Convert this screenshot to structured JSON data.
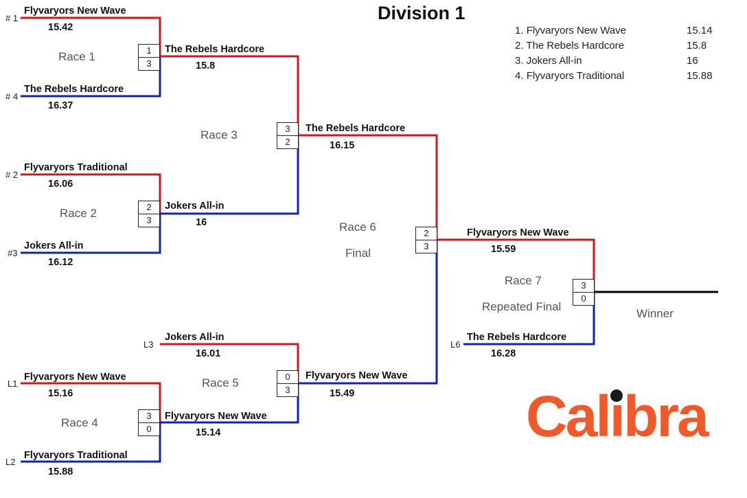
{
  "title": "Division 1",
  "standings": [
    {
      "rank": "1.",
      "team": "Flyvaryors New Wave",
      "time": "15.14"
    },
    {
      "rank": "2.",
      "team": "The Rebels Hardcore",
      "time": "15.8"
    },
    {
      "rank": "3.",
      "team": "Jokers All-in",
      "time": "16"
    },
    {
      "rank": "4.",
      "team": "Flyvaryors Traditional",
      "time": "15.88"
    }
  ],
  "colors": {
    "top": "#d0161b",
    "bottom": "#1020b8",
    "winner": "#000000",
    "logo": "#f05a2a"
  },
  "entries": {
    "r1_top": {
      "seed": "# 1",
      "name": "Flyvaryors New Wave",
      "time": "15.42"
    },
    "r1_bot": {
      "seed": "# 4",
      "name": "The Rebels Hardcore",
      "time": "16.37"
    },
    "r2_top": {
      "seed": "# 2",
      "name": "Flyvaryors Traditional",
      "time": "16.06"
    },
    "r2_bot": {
      "seed": "#3",
      "name": "Jokers All-in",
      "time": "16.12"
    },
    "r3_top": {
      "name": "The Rebels Hardcore",
      "time": "15.8"
    },
    "r3_bot": {
      "name": "Jokers All-in",
      "time": "16"
    },
    "r6_top": {
      "name": "The Rebels Hardcore",
      "time": "16.15"
    },
    "r5_top": {
      "seed": "L3",
      "name": "Jokers All-in",
      "time": "16.01"
    },
    "r4_top": {
      "seed": "L1",
      "name": "Flyvaryors New Wave",
      "time": "15.16"
    },
    "r4_bot": {
      "seed": "L2",
      "name": "Flyvaryors Traditional",
      "time": "15.88"
    },
    "r5_bot": {
      "name": "Flyvaryors New Wave",
      "time": "15.14"
    },
    "r6_bot": {
      "name": "Flyvaryors New Wave",
      "time": "15.49"
    },
    "r7_top": {
      "name": "Flyvaryors New Wave",
      "time": "15.59"
    },
    "r7_bot": {
      "seed": "L6",
      "name": "The Rebels Hardcore",
      "time": "16.28"
    }
  },
  "races": {
    "r1": {
      "label": "Race 1",
      "scores": [
        "1",
        "3"
      ]
    },
    "r2": {
      "label": "Race 2",
      "scores": [
        "2",
        "3"
      ]
    },
    "r3": {
      "label": "Race 3",
      "scores": [
        "3",
        "2"
      ]
    },
    "r4": {
      "label": "Race 4",
      "scores": [
        "3",
        "0"
      ]
    },
    "r5": {
      "label": "Race 5",
      "scores": [
        "0",
        "3"
      ]
    },
    "r6": {
      "label": "Race 6",
      "sub": "Final",
      "scores": [
        "2",
        "3"
      ]
    },
    "r7": {
      "label": "Race 7",
      "sub": "Repeated Final",
      "scores": [
        "3",
        "0"
      ]
    }
  },
  "winner_label": "Winner",
  "logo": "Calibra"
}
